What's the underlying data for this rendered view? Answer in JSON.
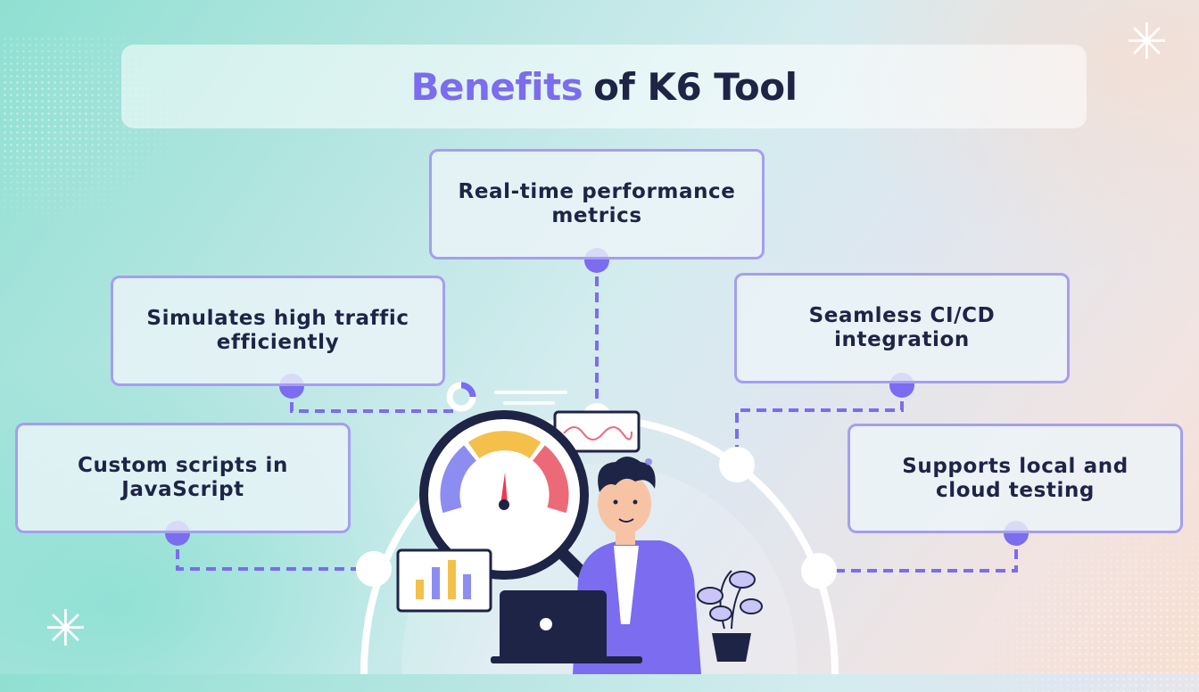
{
  "title": {
    "accent": "Benefits",
    "rest": "of K6 Tool"
  },
  "benefits": [
    {
      "label": "Real-time performance metrics"
    },
    {
      "label": "Simulates high traffic efficiently"
    },
    {
      "label": "Seamless CI/CD integration"
    },
    {
      "label": "Custom scripts in JavaScript"
    },
    {
      "label": "Supports local and cloud testing"
    }
  ],
  "decor": {
    "asterisk_glyph": "✳",
    "icons": [
      "asterisk-icon",
      "magnifier-speedometer-icon",
      "line-chart-card-icon",
      "bar-chart-card-icon",
      "donut-chart-icon",
      "laptop-icon",
      "potted-plant-icon",
      "person-illustration"
    ]
  },
  "colors": {
    "accent": "#7b6cf0",
    "text": "#1e2446",
    "box_border": "#a59ef0",
    "node": "#7b6cf0",
    "connector": "#7b6cf0",
    "gauge_left": "#8b8ef0",
    "gauge_mid": "#f4c04a",
    "gauge_right": "#ec6a78"
  }
}
